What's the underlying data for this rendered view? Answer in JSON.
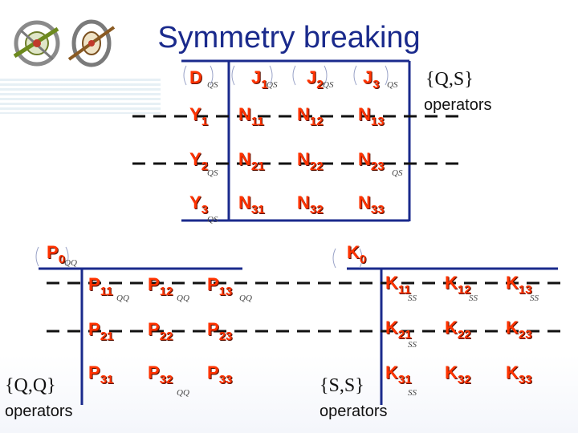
{
  "title": "Symmetry breaking",
  "qs_block": {
    "rows": [
      [
        {
          "main": "D",
          "sub": ""
        },
        {
          "main": "J",
          "sub": "1"
        },
        {
          "main": "J",
          "sub": "2"
        },
        {
          "main": "J",
          "sub": "3"
        }
      ],
      [
        {
          "main": "Y",
          "sub": "1"
        },
        {
          "main": "N",
          "sub": "11"
        },
        {
          "main": "N",
          "sub": "12"
        },
        {
          "main": "N",
          "sub": "13"
        }
      ],
      [
        {
          "main": "Y",
          "sub": "2"
        },
        {
          "main": "N",
          "sub": "21"
        },
        {
          "main": "N",
          "sub": "22"
        },
        {
          "main": "N",
          "sub": "23"
        }
      ],
      [
        {
          "main": "Y",
          "sub": "3"
        },
        {
          "main": "N",
          "sub": "31"
        },
        {
          "main": "N",
          "sub": "32"
        },
        {
          "main": "N",
          "sub": "33"
        }
      ]
    ],
    "caption_line1": "{Q,S}",
    "caption_line2": "operators"
  },
  "qq_block": {
    "head": {
      "main": "P",
      "sub": "0"
    },
    "rows": [
      [
        {
          "main": "P",
          "sub": "11"
        },
        {
          "main": "P",
          "sub": "12"
        },
        {
          "main": "P",
          "sub": "13"
        }
      ],
      [
        {
          "main": "P",
          "sub": "21"
        },
        {
          "main": "P",
          "sub": "22"
        },
        {
          "main": "P",
          "sub": "23"
        }
      ],
      [
        {
          "main": "P",
          "sub": "31"
        },
        {
          "main": "P",
          "sub": "32"
        },
        {
          "main": "P",
          "sub": "33"
        }
      ]
    ],
    "caption_line1": "{Q,Q}",
    "caption_line2": "operators"
  },
  "ss_block": {
    "head": {
      "main": "K",
      "sub": "0"
    },
    "rows": [
      [
        {
          "main": "K",
          "sub": "11"
        },
        {
          "main": "K",
          "sub": "12"
        },
        {
          "main": "K",
          "sub": "13"
        }
      ],
      [
        {
          "main": "K",
          "sub": "21"
        },
        {
          "main": "K",
          "sub": "22"
        },
        {
          "main": "K",
          "sub": "23"
        }
      ],
      [
        {
          "main": "K",
          "sub": "31"
        },
        {
          "main": "K",
          "sub": "32"
        },
        {
          "main": "K",
          "sub": "33"
        }
      ]
    ],
    "caption_line1": "{S,S}",
    "caption_line2": "operators"
  },
  "ghost_labels": {
    "qs": "QS",
    "qq": "QQ",
    "ss": "SS"
  },
  "colors": {
    "label": "#ff3300",
    "line": "#1a2a8c",
    "title": "#1a2a8c"
  },
  "icons": [
    "logo-emblem-left-icon",
    "logo-emblem-right-icon"
  ]
}
